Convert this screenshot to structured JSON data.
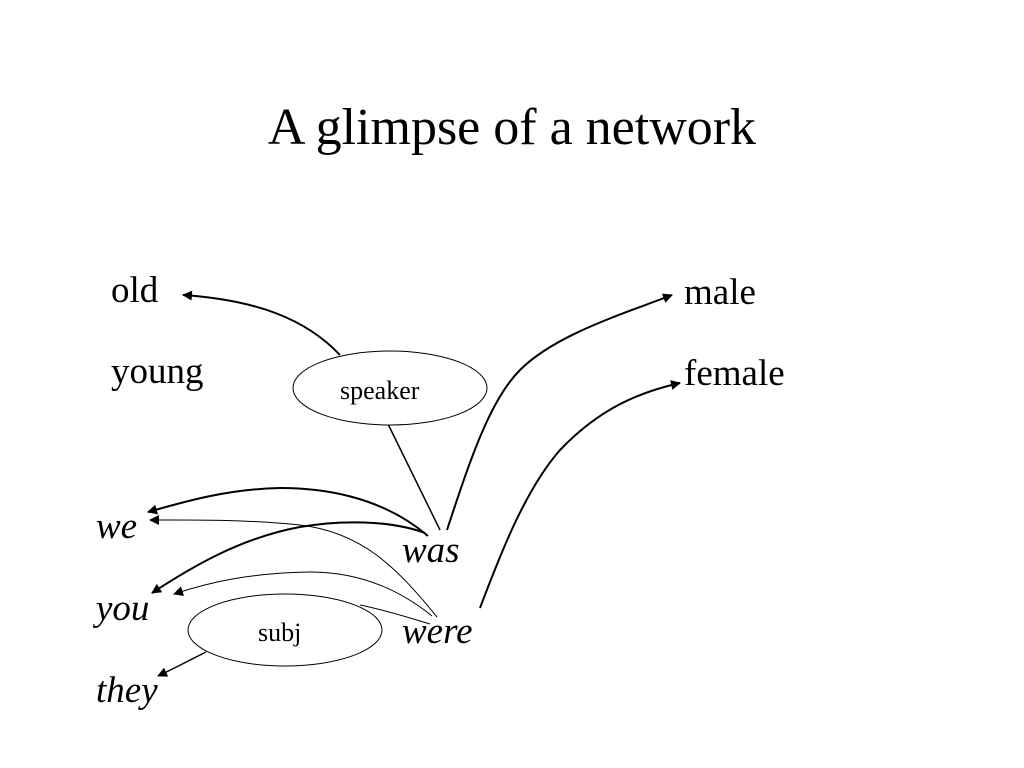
{
  "title": "A glimpse of a network",
  "nodes": {
    "speaker": "speaker",
    "subj": "subj"
  },
  "words": {
    "old": "old",
    "young": "young",
    "male": "male",
    "female": "female",
    "we": "we",
    "you": "you",
    "they": "they",
    "was": "was",
    "were": "were"
  }
}
